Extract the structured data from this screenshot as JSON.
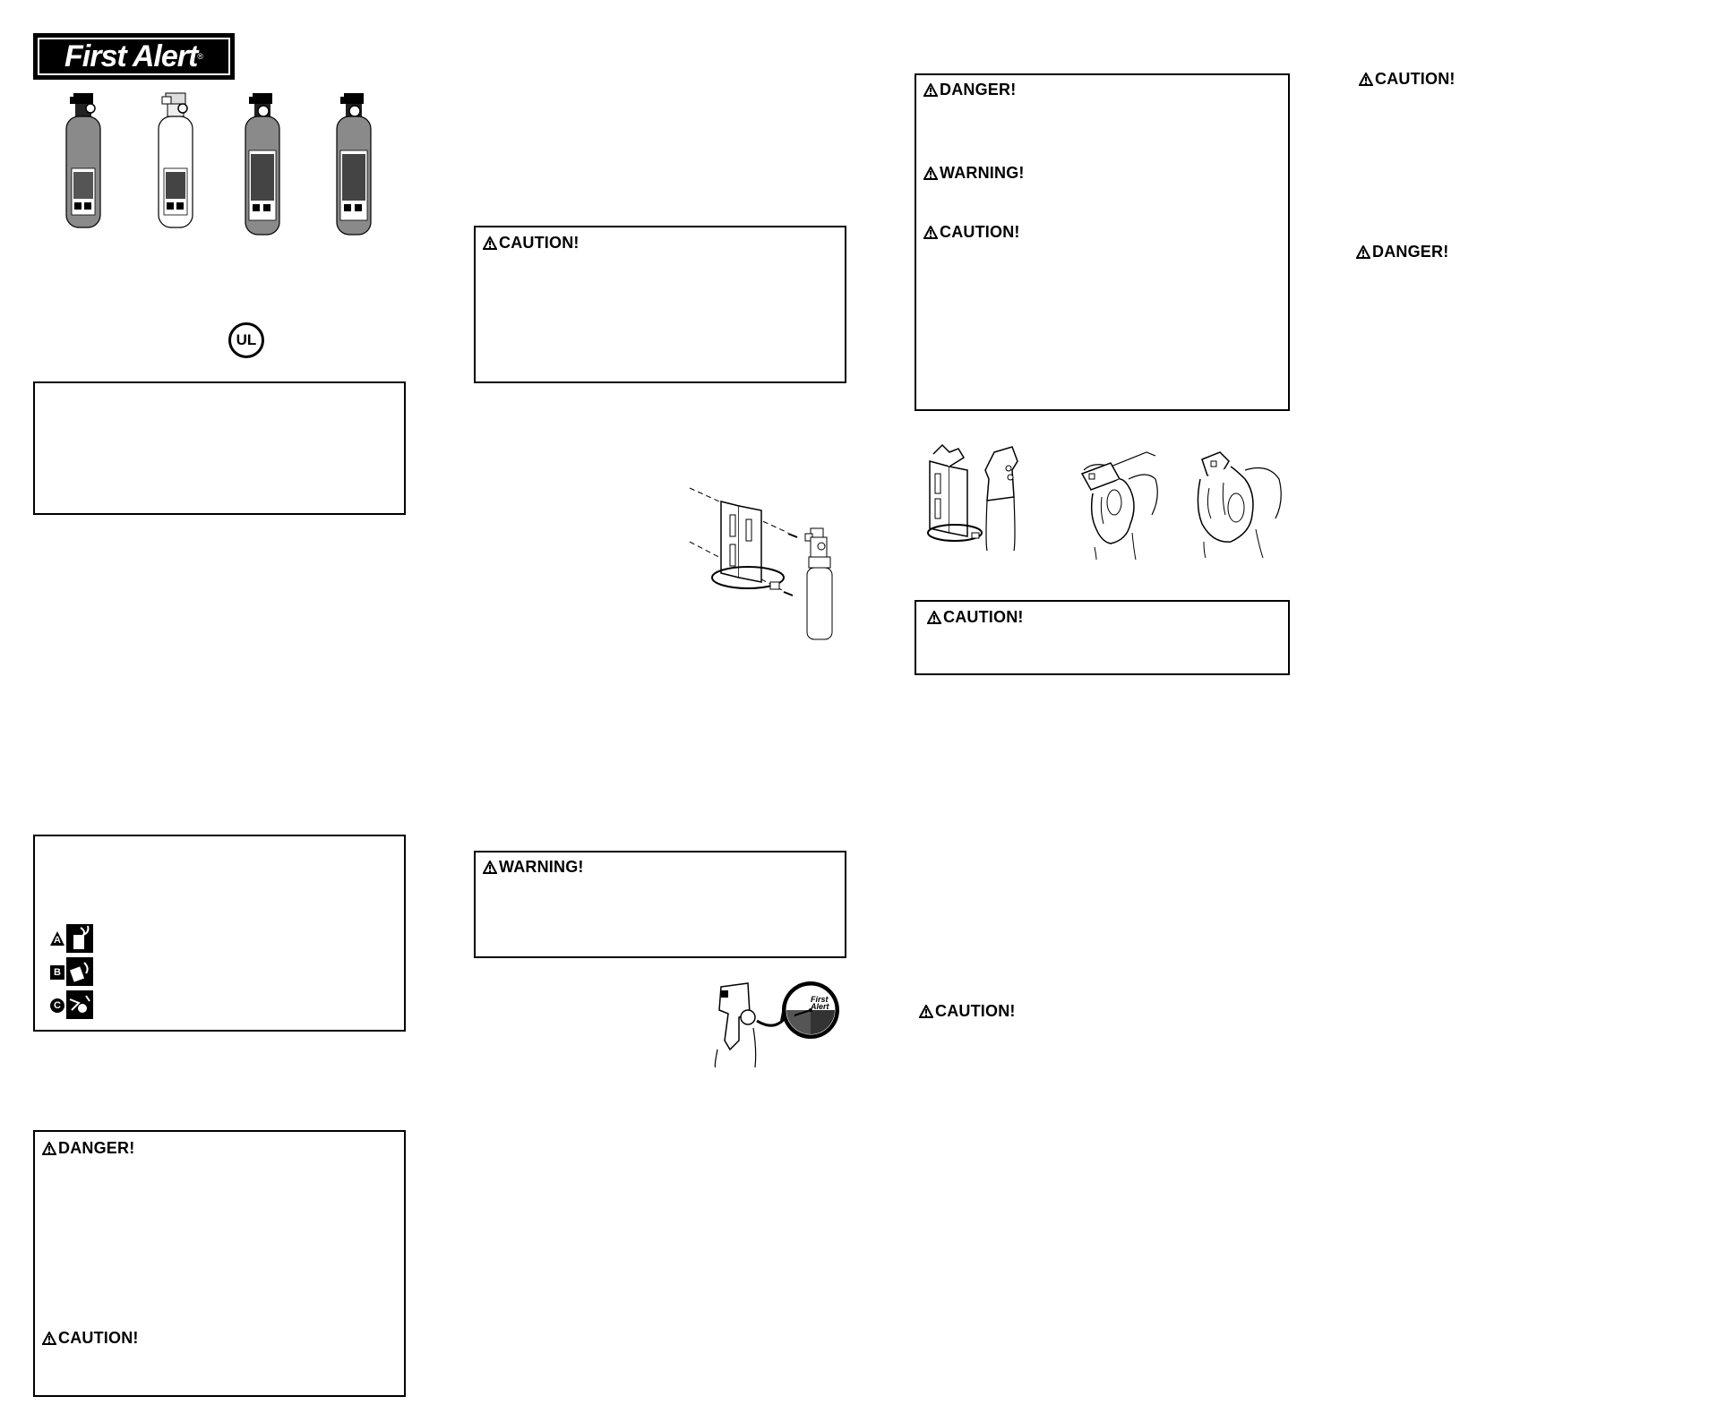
{
  "brand": {
    "name": "First Alert",
    "registered": "®"
  },
  "certification": {
    "mark": "UL"
  },
  "fire_classes": [
    {
      "letter": "A",
      "icon": "trash-fire-icon"
    },
    {
      "letter": "B",
      "icon": "liquid-fire-icon"
    },
    {
      "letter": "C",
      "icon": "electrical-fire-icon"
    }
  ],
  "labels": {
    "danger": "DANGER!",
    "warning": "WARNING!",
    "caution": "CAUTION!"
  },
  "gauge": {
    "brand_line1": "First",
    "brand_line2": "Alert"
  },
  "colors": {
    "ink": "#000000",
    "paper": "#ffffff",
    "cylinder_gray": "#8a8a8a"
  }
}
